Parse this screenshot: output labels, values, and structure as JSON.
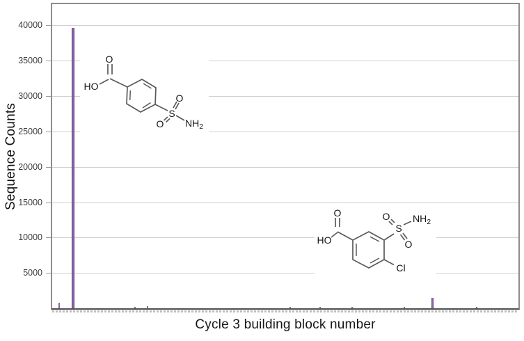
{
  "chart_data": {
    "type": "bar",
    "title": "",
    "xlabel": "Cycle 3 building block number",
    "ylabel": "Sequence Counts",
    "ylim": [
      0,
      43000
    ],
    "yticks": [
      5000,
      10000,
      15000,
      20000,
      25000,
      30000,
      35000,
      40000
    ],
    "x_tick_labels": [],
    "grid": "horizontal",
    "legend": "none",
    "bar_color": "#8a63a8",
    "bar_edge_color": "#6d4b8b",
    "bars": [
      {
        "x_frac": 0.015,
        "value": 800
      },
      {
        "x_frac": 0.045,
        "value": 39700
      },
      {
        "x_frac": 0.178,
        "value": 200
      },
      {
        "x_frac": 0.205,
        "value": 250
      },
      {
        "x_frac": 0.51,
        "value": 150
      },
      {
        "x_frac": 0.574,
        "value": 200
      },
      {
        "x_frac": 0.644,
        "value": 150
      },
      {
        "x_frac": 0.755,
        "value": 200
      },
      {
        "x_frac": 0.816,
        "value": 1500
      },
      {
        "x_frac": 0.911,
        "value": 150
      }
    ],
    "annotations": [
      "structure drawing of 4-sulfamoylbenzoic acid near the tallest bar",
      "structure drawing of 4-chloro-3-sulfamoylbenzoic acid near the second spike"
    ]
  },
  "molecules": {
    "mol1": {
      "name": "4-sulfamoyl-benzoic-acid",
      "labels": {
        "carbonyl_o": "O",
        "hydroxyl": "HO",
        "sulfur": "S",
        "sulfonyl_o_top": "O",
        "sulfonyl_o_bottom": "O",
        "amide_n": "NH",
        "amide_sub": "2"
      }
    },
    "mol2": {
      "name": "4-chloro-3-sulfamoyl-benzoic-acid",
      "labels": {
        "carbonyl_o": "O",
        "hydroxyl": "HO",
        "sulfur": "S",
        "sulfonyl_o_top": "O",
        "sulfonyl_o_bottom": "O",
        "amide_n": "NH",
        "amide_sub": "2",
        "chlorine": "Cl"
      }
    }
  }
}
